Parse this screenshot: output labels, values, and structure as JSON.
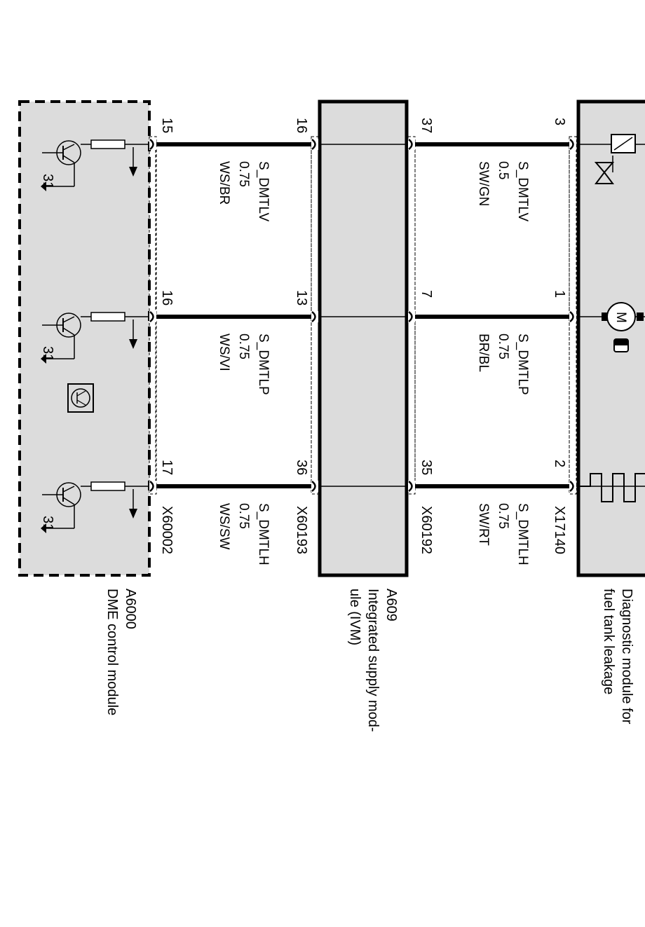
{
  "modules": {
    "diagnostic": {
      "line1": "Diagnostic module for",
      "line2": "fuel tank leakage"
    },
    "ivm": {
      "id": "A609",
      "line1": "Integrated supply mod-",
      "line2": "ule (IVM)"
    },
    "dme": {
      "id": "A6000",
      "line1": "DME control module"
    }
  },
  "connectors": {
    "diagnostic": "X17140",
    "ivm_right": "X60192",
    "ivm_left": "X60193",
    "dme": "X60002"
  },
  "pins": {
    "diagnostic": [
      "3",
      "1",
      "2"
    ],
    "ivm_right": [
      "37",
      "7",
      "35"
    ],
    "ivm_left": [
      "16",
      "13",
      "36"
    ],
    "dme": [
      "15",
      "16",
      "17"
    ]
  },
  "wires_right": [
    {
      "signal": "S_DMTLV",
      "size": "0.5",
      "color": "SW/GN"
    },
    {
      "signal": "S_DMTLP",
      "size": "0.75",
      "color": "BR/BL"
    },
    {
      "signal": "S_DMTLH",
      "size": "0.75",
      "color": "SW/RT"
    }
  ],
  "wires_left": [
    {
      "signal": "S_DMTLV",
      "size": "0.75",
      "color": "WS/BR"
    },
    {
      "signal": "S_DMTLP",
      "size": "0.75",
      "color": "WS/VI"
    },
    {
      "signal": "S_DMTLH",
      "size": "0.75",
      "color": "WS/SW"
    }
  ],
  "ground_label": "31",
  "motor_label": "M",
  "colors": {
    "module_fill": "#dcdcdc",
    "line": "#000000"
  }
}
